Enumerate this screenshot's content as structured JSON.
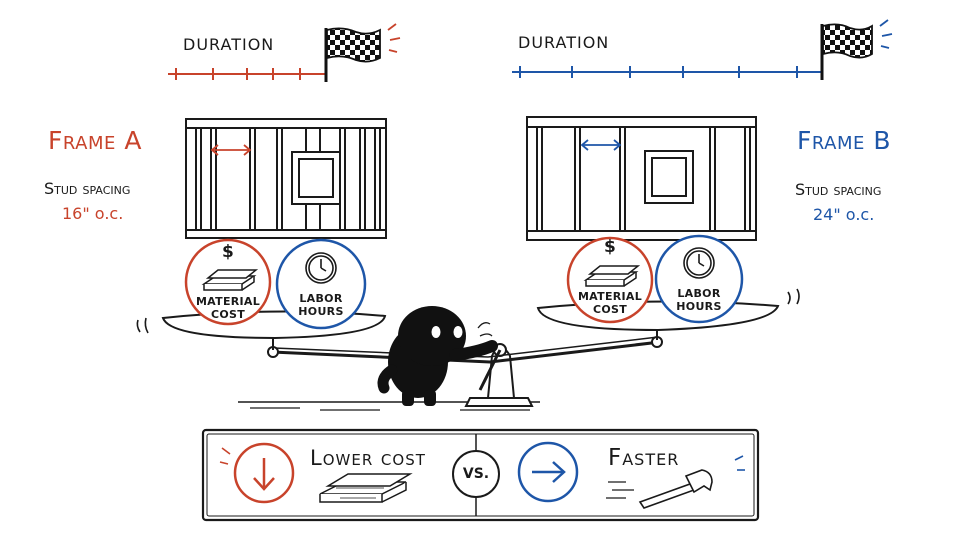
{
  "colors": {
    "ink": "#1a1a1a",
    "frame_a": "#c8432b",
    "frame_b": "#1e56a8"
  },
  "frame_a": {
    "duration_label": "DURATION",
    "title": "Frame A",
    "spacing_label": "Stud spacing",
    "spacing_value": "16\" o.c."
  },
  "frame_b": {
    "duration_label": "DURATION",
    "title": "Frame B",
    "spacing_label": "Stud spacing",
    "spacing_value": "24\" o.c."
  },
  "scale": {
    "left_pan": {
      "coin_symbol": "$",
      "material_cost": "MATERIAL\nCOST",
      "labor_hours": "LABOR\nHOURS"
    },
    "right_pan": {
      "coin_symbol": "$",
      "material_cost": "MATERIAL\nCOST",
      "labor_hours": "LABOR\nHOURS"
    }
  },
  "comparison": {
    "left_label": "Lower cost",
    "versus": "VS.",
    "right_label": "Faster"
  },
  "icons": [
    "checkered-flag-icon",
    "down-arrow-icon",
    "right-arrow-icon",
    "lumber-icon",
    "hammer-icon",
    "clock-icon",
    "dollar-icon"
  ]
}
